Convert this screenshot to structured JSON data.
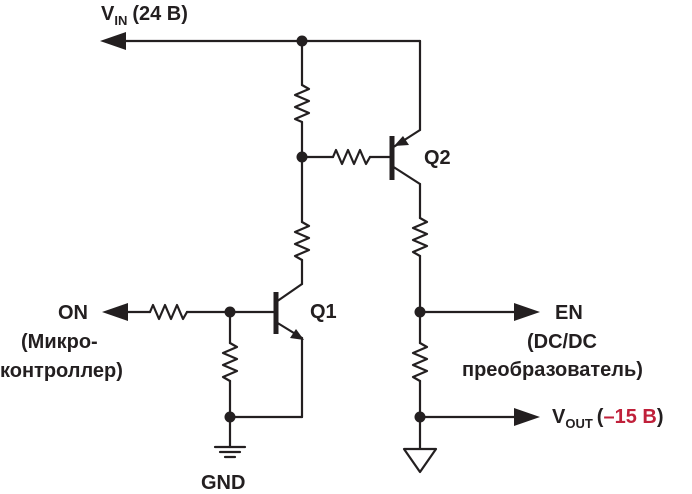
{
  "labels": {
    "vin_main": "V",
    "vin_sub": "IN",
    "vin_value": "(24 В)",
    "q1": "Q1",
    "q2": "Q2",
    "on": "ON",
    "on_note_1": "(Микро-",
    "on_note_2": "контроллер)",
    "gnd": "GND",
    "en": "EN",
    "en_note_1": "(DC/DC",
    "en_note_2": "преобразователь)",
    "vout_main": "V",
    "vout_sub": "OUT",
    "vout_open": "(",
    "vout_value": "–15 В",
    "vout_close": ")"
  },
  "colors": {
    "wire": "#231f20",
    "accent_red": "#c0203a"
  }
}
